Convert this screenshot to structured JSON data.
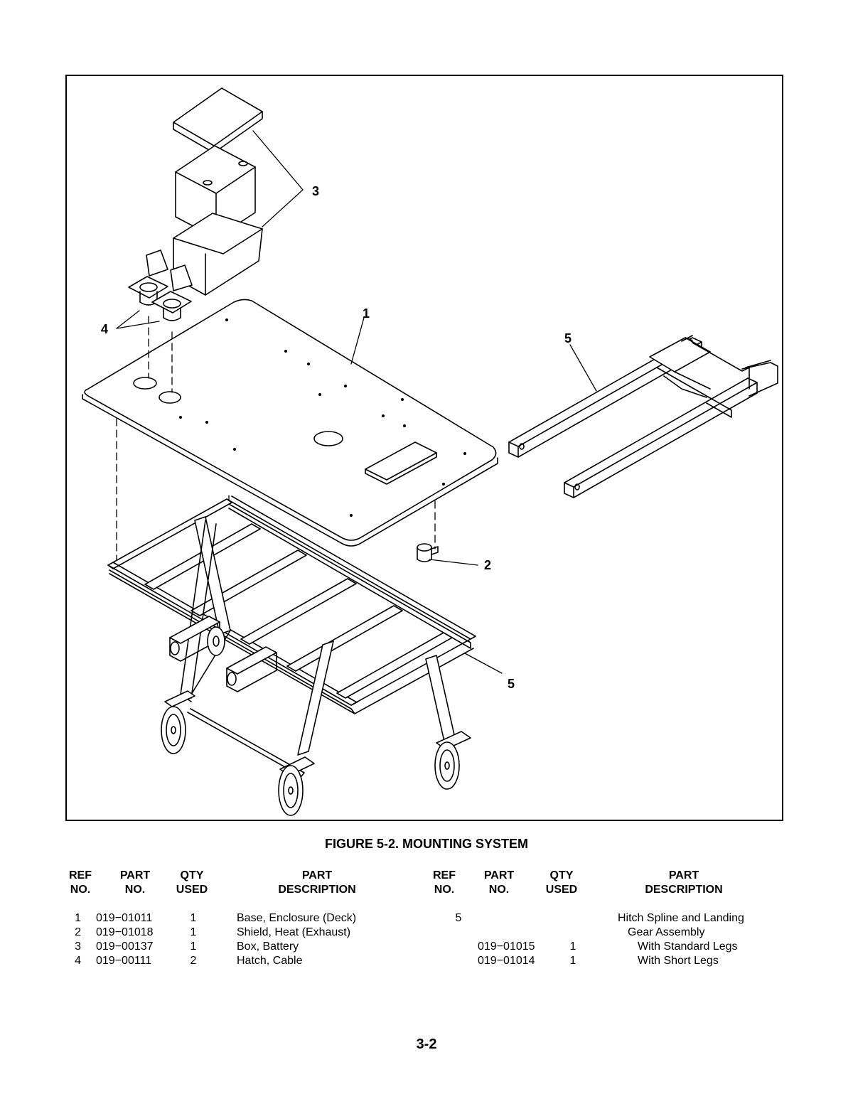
{
  "figure": {
    "callouts": [
      "1",
      "2",
      "3",
      "4",
      "5",
      "5"
    ]
  },
  "caption": "FIGURE 5-2. MOUNTING SYSTEM",
  "table_left": {
    "headers": [
      {
        "line1": "REF",
        "line2": "NO."
      },
      {
        "line1": "PART",
        "line2": "NO."
      },
      {
        "line1": "QTY",
        "line2": "USED"
      },
      {
        "line1": "PART",
        "line2": "DESCRIPTION"
      }
    ],
    "rows": [
      {
        "ref": "1",
        "part_no": "019−01011",
        "qty": "1",
        "description": "Base, Enclosure (Deck)"
      },
      {
        "ref": "2",
        "part_no": "019−01018",
        "qty": "1",
        "description": "Shield, Heat (Exhaust)"
      },
      {
        "ref": "3",
        "part_no": "019−00137",
        "qty": "1",
        "description": "Box, Battery"
      },
      {
        "ref": "4",
        "part_no": "019−00111",
        "qty": "2",
        "description": "Hatch, Cable"
      }
    ]
  },
  "table_right": {
    "headers": [
      {
        "line1": "REF",
        "line2": "NO."
      },
      {
        "line1": "PART",
        "line2": "NO."
      },
      {
        "line1": "QTY",
        "line2": "USED"
      },
      {
        "line1": "PART",
        "line2": "DESCRIPTION"
      }
    ],
    "rows": [
      {
        "ref": "5",
        "part_no": "",
        "qty": "",
        "description": "Hitch Spline and Landing"
      },
      {
        "ref": "",
        "part_no": "",
        "qty": "",
        "description": "Gear Assembly"
      },
      {
        "ref": "",
        "part_no": "019−01015",
        "qty": "1",
        "description": "With Standard Legs"
      },
      {
        "ref": "",
        "part_no": "019−01014",
        "qty": "1",
        "description": "With Short Legs"
      }
    ]
  },
  "page_number": "3-2"
}
